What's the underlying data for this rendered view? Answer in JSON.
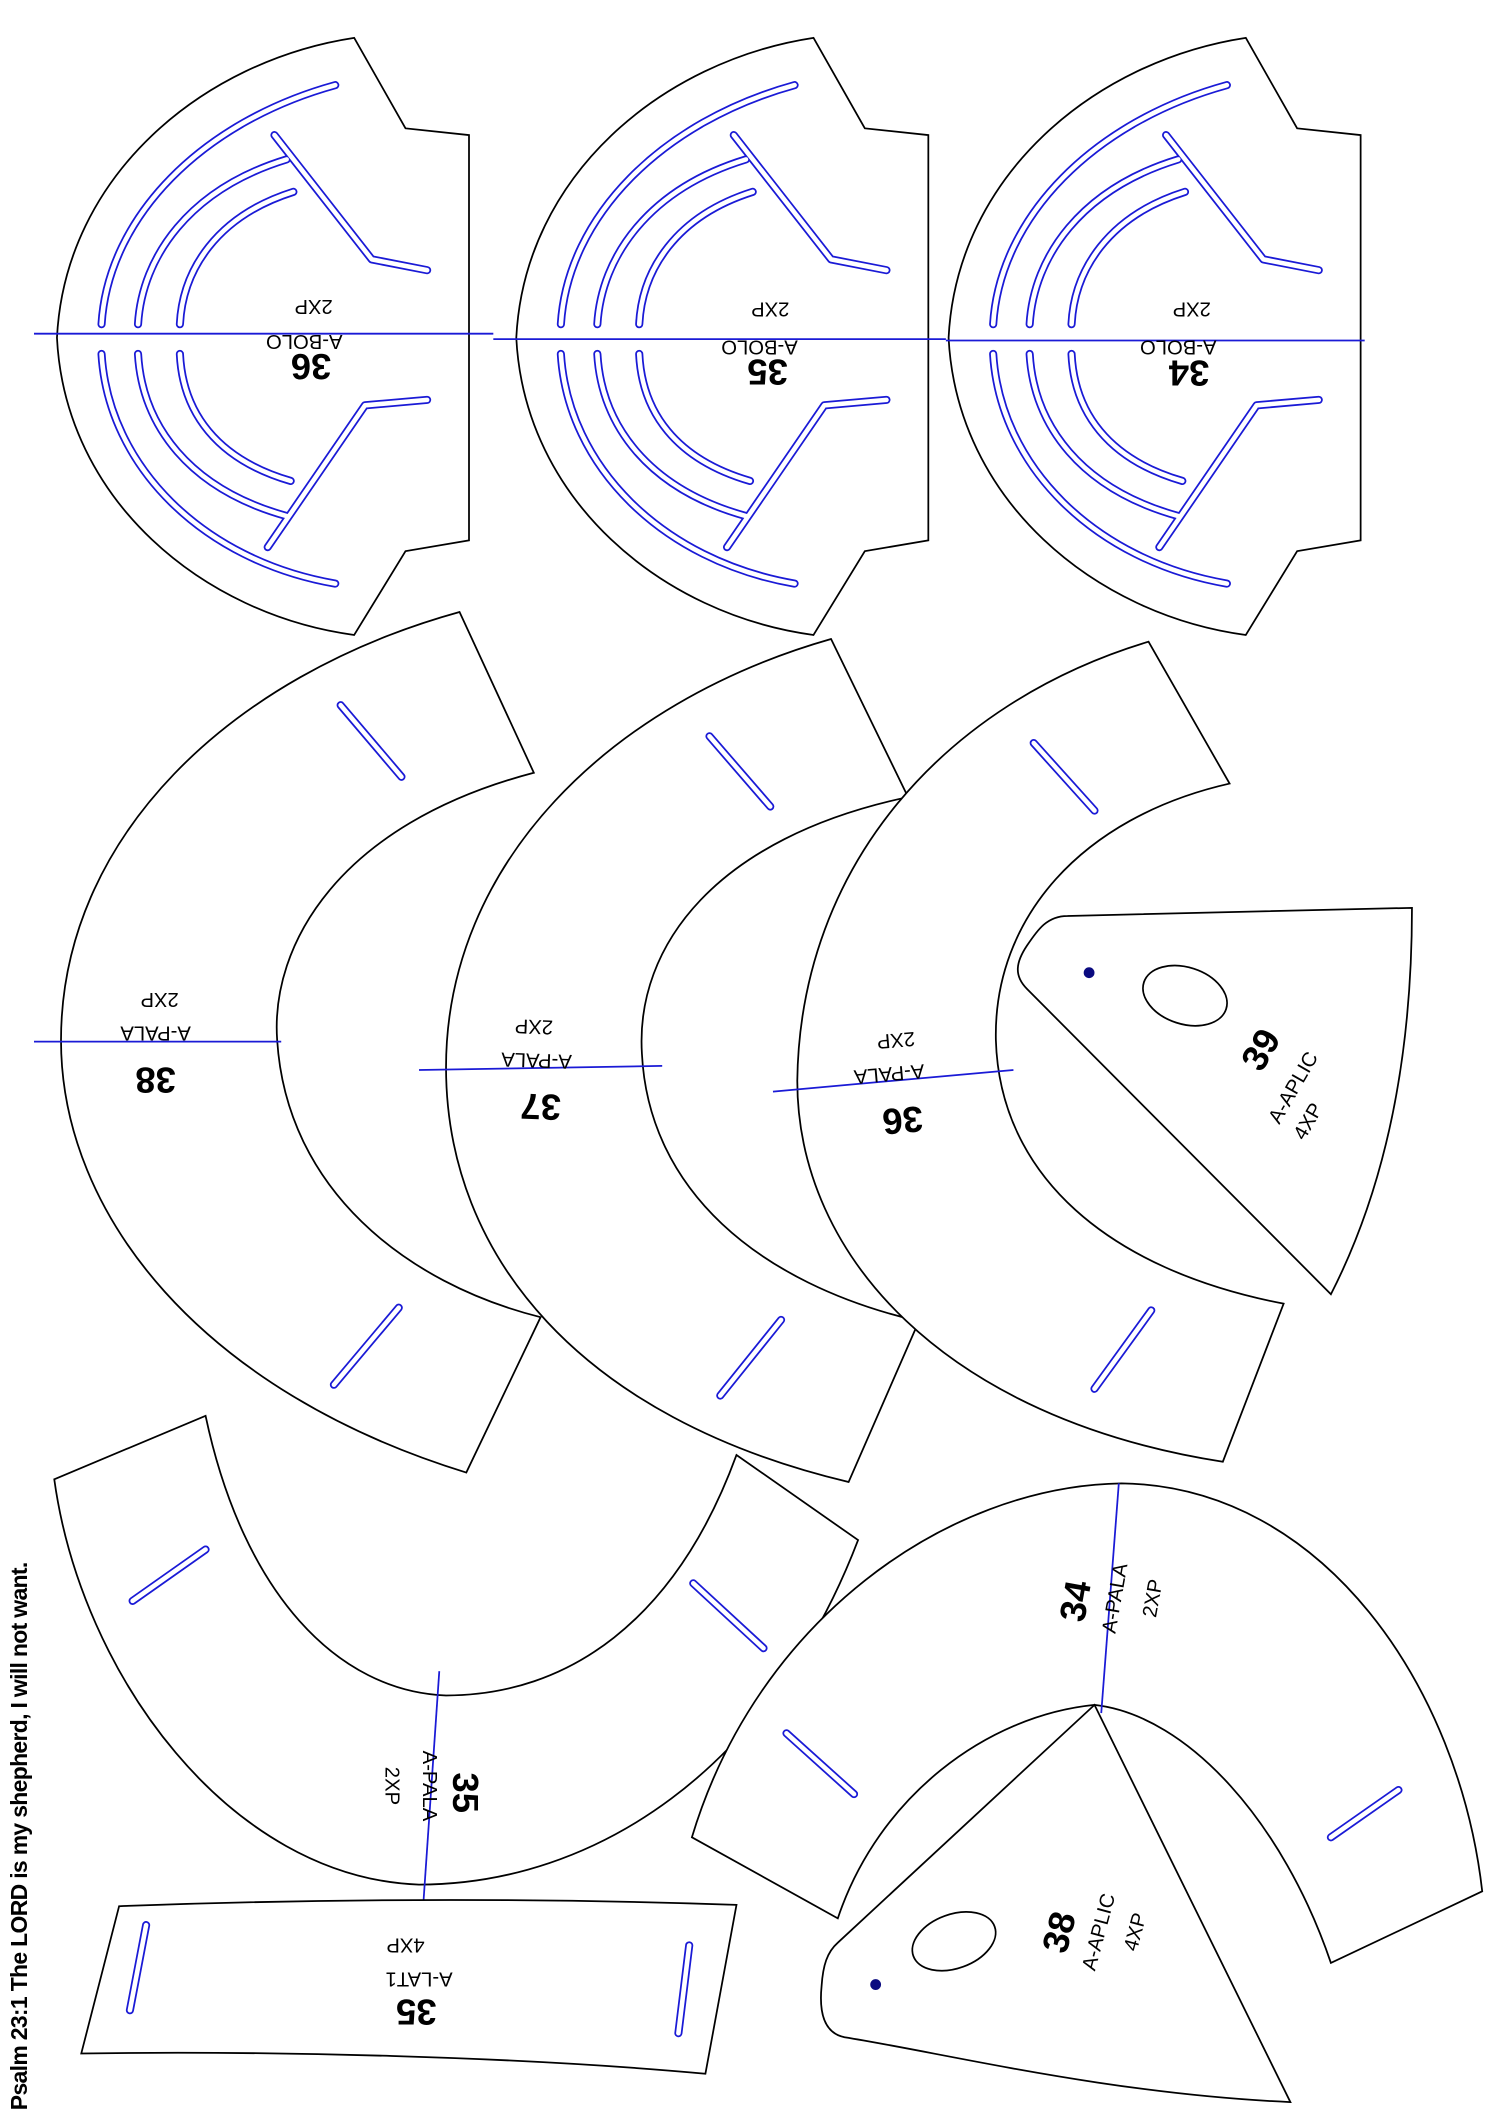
{
  "footer_text": "Psalm 23:1 The LORD is my shepherd, I will not want.",
  "colors": {
    "outline": "#000000",
    "markings": "#1a1ad6",
    "background": "#ffffff"
  },
  "pieces": {
    "bolo36": {
      "number": "36",
      "name": "A-BOLO",
      "qty": "2XP"
    },
    "bolo35": {
      "number": "35",
      "name": "A-BOLO",
      "qty": "2XP"
    },
    "bolo34": {
      "number": "34",
      "name": "A-BOLO",
      "qty": "2XP"
    },
    "pala38": {
      "number": "38",
      "name": "A-PALA",
      "qty": "2XP"
    },
    "pala37": {
      "number": "37",
      "name": "A-PALA",
      "qty": "2XP"
    },
    "pala36": {
      "number": "36",
      "name": "A-PALA",
      "qty": "2XP"
    },
    "aplic39": {
      "number": "39",
      "name": "A-APLIC",
      "qty": "4XP"
    },
    "pala35": {
      "number": "35",
      "name": "A-PALA",
      "qty": "2XP"
    },
    "lat35": {
      "number": "35",
      "name": "A-LAT1",
      "qty": "4XP"
    },
    "pala34": {
      "number": "34",
      "name": "A-PALA",
      "qty": "2XP"
    },
    "aplic38": {
      "number": "38",
      "name": "A-APLIC",
      "qty": "4XP"
    }
  }
}
